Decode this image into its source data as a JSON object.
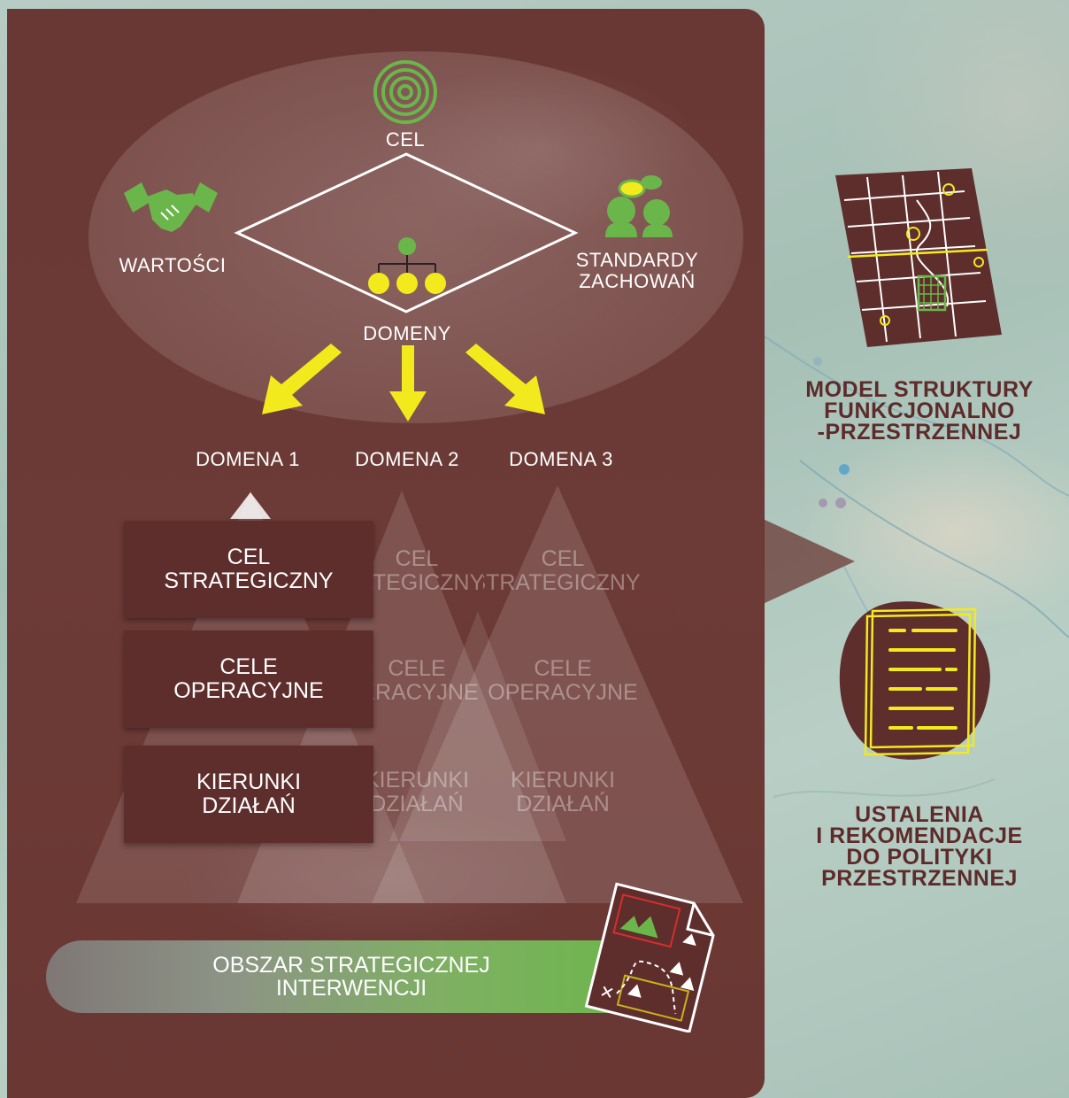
{
  "diagram": {
    "top": {
      "cel": "CEL",
      "wartosci": "WARTOŚCI",
      "standardy_line1": "STANDARDY",
      "standardy_line2": "ZACHOWAŃ",
      "domeny": "DOMENY"
    },
    "domains": [
      "DOMENA 1",
      "DOMENA 2",
      "DOMENA 3"
    ],
    "levels": [
      {
        "line1": "CEL",
        "line2": "STRATEGICZNY"
      },
      {
        "line1": "CELE",
        "line2": "OPERACYJNE"
      },
      {
        "line1": "KIERUNKI",
        "line2": "DZIAŁAŃ"
      }
    ],
    "intervention_line1": "OBSZAR STRATEGICZNEJ",
    "intervention_line2": "INTERWENCJI",
    "right": {
      "model_line1": "MODEL STRUKTURY",
      "model_line2": "FUNKCJONALNO",
      "model_line3": "-PRZESTRZENNEJ",
      "ust_line1": "USTALENIA",
      "ust_line2": "I REKOMENDACJE",
      "ust_line3": "DO POLITYKI",
      "ust_line4": "PRZESTRZENNEJ"
    }
  },
  "icons": [
    "target-icon",
    "handshake-icon",
    "people-talking-icon",
    "org-chart-icon",
    "city-map-icon",
    "document-icon",
    "treasure-map-icon"
  ],
  "colors": {
    "panel": "#6a3834",
    "accent_green": "#6bb64a",
    "arrow_yellow": "#f2ea1d",
    "title_maroon": "#5d2b2a"
  }
}
